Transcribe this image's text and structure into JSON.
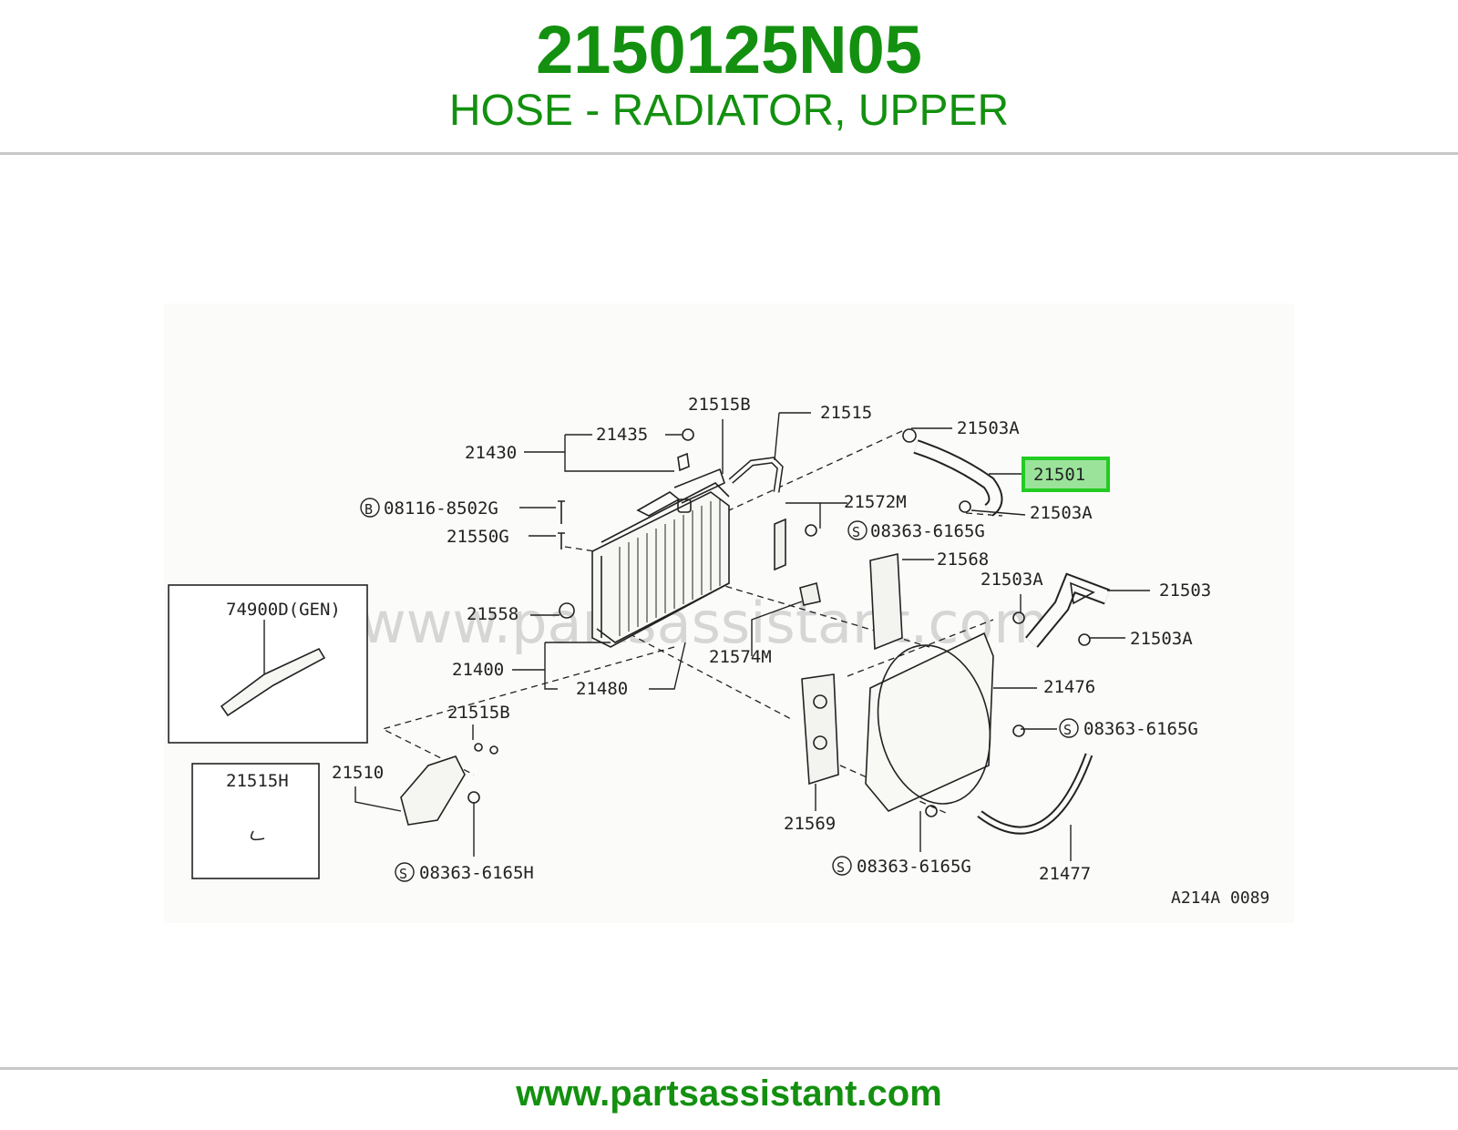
{
  "header": {
    "part_number": "2150125N05",
    "description": "HOSE - RADIATOR, UPPER"
  },
  "diagram": {
    "highlighted_label": "21501",
    "figure_code": "A214A 0089",
    "watermark": "www.partsassistant.com",
    "labels": {
      "l21515B_top": "21515B",
      "l21515": "21515",
      "l21503A_1": "21503A",
      "l21435": "21435",
      "l21430": "21430",
      "l21503A_2": "21503A",
      "l08116": "08116-8502G",
      "l21572M": "21572M",
      "l08363_G1": "08363-6165G",
      "l21550G": "21550G",
      "l21568": "21568",
      "l21503A_3": "21503A",
      "l21503": "21503",
      "l74900D": "74900D(GEN)",
      "l21558": "21558",
      "l21503A_4": "21503A",
      "l21574M": "21574M",
      "l21400": "21400",
      "l21476": "21476",
      "l21480": "21480",
      "l21515B_bot": "21515B",
      "l08363_G2": "08363-6165G",
      "l21515H": "21515H",
      "l21510": "21510",
      "l21569": "21569",
      "l08363_G3": "08363-6165G",
      "l08363_H": "08363-6165H",
      "l21477": "21477"
    },
    "callout_marks": {
      "b_mark": "B",
      "s_mark": "S"
    }
  },
  "footer": {
    "url": "www.partsassistant.com"
  },
  "colors": {
    "brand_green": "#13900f",
    "highlight_border": "#22cc22",
    "highlight_fill": "#9be39b"
  }
}
